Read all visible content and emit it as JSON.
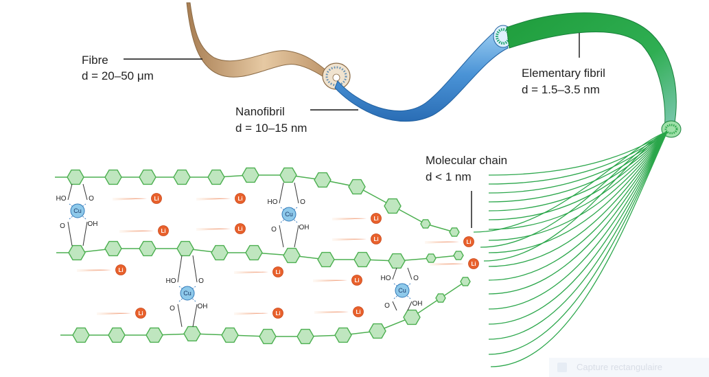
{
  "labels": {
    "fibre": {
      "name": "Fibre",
      "dim": "d = 20–50 μm"
    },
    "nanofibril": {
      "name": "Nanofibril",
      "dim": "d = 10–15 nm"
    },
    "elementary_fibril": {
      "name": "Elementary fibril",
      "dim": "d = 1.5–3.5 nm"
    },
    "molecular_chain": {
      "name": "Molecular chain",
      "dim": "d < 1 nm"
    }
  },
  "chem": {
    "cu": "Cu",
    "ho": "HO",
    "oh": "OH",
    "o": "O",
    "li": "Li"
  },
  "colors": {
    "fibre": "#c8a47a",
    "nanofibril": "#3b84cc",
    "elementary_fibril": "#2aa64a",
    "ring_fill": "#bfe6bf",
    "ring_stroke": "#4caf50",
    "cu_fill": "#8ec9ea",
    "li_fill": "#e8612c"
  },
  "watermark": "Capture rectangulaire"
}
